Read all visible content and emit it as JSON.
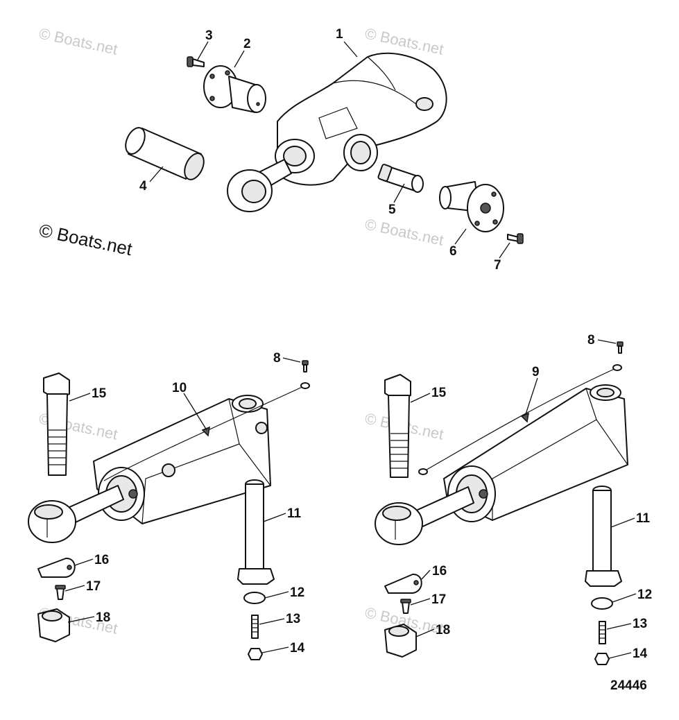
{
  "diagram": {
    "drawing_number": "24446",
    "watermark_text": "© Boats.net",
    "callouts": [
      "1",
      "2",
      "3",
      "4",
      "5",
      "6",
      "7",
      "8",
      "9",
      "10",
      "11",
      "12",
      "13",
      "14",
      "15",
      "16",
      "17",
      "18"
    ]
  }
}
